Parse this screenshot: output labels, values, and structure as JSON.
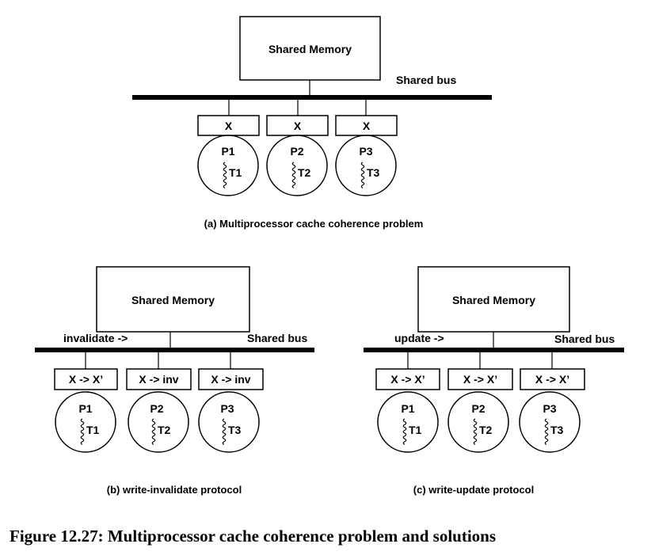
{
  "panels": {
    "a": {
      "memory_label": "Shared Memory",
      "bus_label": "Shared bus",
      "caches": [
        "X",
        "X",
        "X"
      ],
      "processors": [
        "P1",
        "P2",
        "P3"
      ],
      "threads": [
        "T1",
        "T2",
        "T3"
      ],
      "caption": "(a) Multiprocessor cache coherence problem"
    },
    "b": {
      "memory_label": "Shared Memory",
      "bus_label": "Shared bus",
      "bus_note": "invalidate ->",
      "caches": [
        "X -> X’",
        "X -> inv",
        "X -> inv"
      ],
      "processors": [
        "P1",
        "P2",
        "P3"
      ],
      "threads": [
        "T1",
        "T2",
        "T3"
      ],
      "caption": "(b) write-invalidate protocol"
    },
    "c": {
      "memory_label": "Shared Memory",
      "bus_label": "Shared bus",
      "bus_note": "update ->",
      "caches": [
        "X -> X’",
        "X -> X’",
        "X -> X’"
      ],
      "processors": [
        "P1",
        "P2",
        "P3"
      ],
      "threads": [
        "T1",
        "T2",
        "T3"
      ],
      "caption": "(c) write-update protocol"
    }
  },
  "figure_caption": "Figure 12.27: Multiprocessor cache coherence problem and solutions"
}
